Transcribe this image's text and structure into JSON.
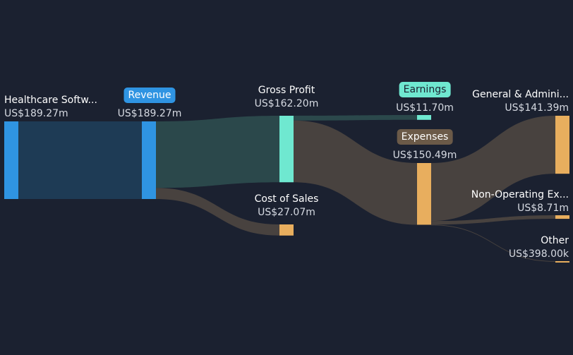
{
  "chart_data": {
    "type": "sankey",
    "currency_format": "US$",
    "nodes": [
      {
        "id": "segment",
        "name": "Healthcare Softw...",
        "value_label": "US$189.27m",
        "value": 189.27
      },
      {
        "id": "revenue",
        "name": "Revenue",
        "value_label": "US$189.27m",
        "value": 189.27,
        "badge": true
      },
      {
        "id": "gross_profit",
        "name": "Gross Profit",
        "value_label": "US$162.20m",
        "value": 162.2
      },
      {
        "id": "cost_of_sales",
        "name": "Cost of Sales",
        "value_label": "US$27.07m",
        "value": 27.07
      },
      {
        "id": "earnings",
        "name": "Earnings",
        "value_label": "US$11.70m",
        "value": 11.7,
        "badge": true
      },
      {
        "id": "expenses",
        "name": "Expenses",
        "value_label": "US$150.49m",
        "value": 150.49,
        "badge": true
      },
      {
        "id": "gen_admin",
        "name": "General & Admini...",
        "value_label": "US$141.39m",
        "value": 141.39
      },
      {
        "id": "non_operating",
        "name": "Non-Operating Ex...",
        "value_label": "US$8.71m",
        "value": 8.71
      },
      {
        "id": "other",
        "name": "Other",
        "value_label": "US$398.00k",
        "value": 0.398
      }
    ],
    "links": [
      {
        "source": "segment",
        "target": "revenue",
        "value": 189.27
      },
      {
        "source": "revenue",
        "target": "gross_profit",
        "value": 162.2
      },
      {
        "source": "revenue",
        "target": "cost_of_sales",
        "value": 27.07
      },
      {
        "source": "gross_profit",
        "target": "earnings",
        "value": 11.7
      },
      {
        "source": "gross_profit",
        "target": "expenses",
        "value": 150.49
      },
      {
        "source": "expenses",
        "target": "gen_admin",
        "value": 141.39
      },
      {
        "source": "expenses",
        "target": "non_operating",
        "value": 8.71
      },
      {
        "source": "expenses",
        "target": "other",
        "value": 0.398
      }
    ]
  },
  "colors": {
    "background": "#1b2130",
    "revenue_node": "#2f94e2",
    "profit_node": "#6fe8d0",
    "expense_node": "#e8ae5e",
    "revenue_flow": "#1f3d57",
    "profit_flow": "#2c4b4d",
    "expense_flow": "#4b4540",
    "revenue_badge": "#2f94e2",
    "earnings_badge": "#6fe8d0",
    "expenses_badge": "#6b5a48"
  }
}
